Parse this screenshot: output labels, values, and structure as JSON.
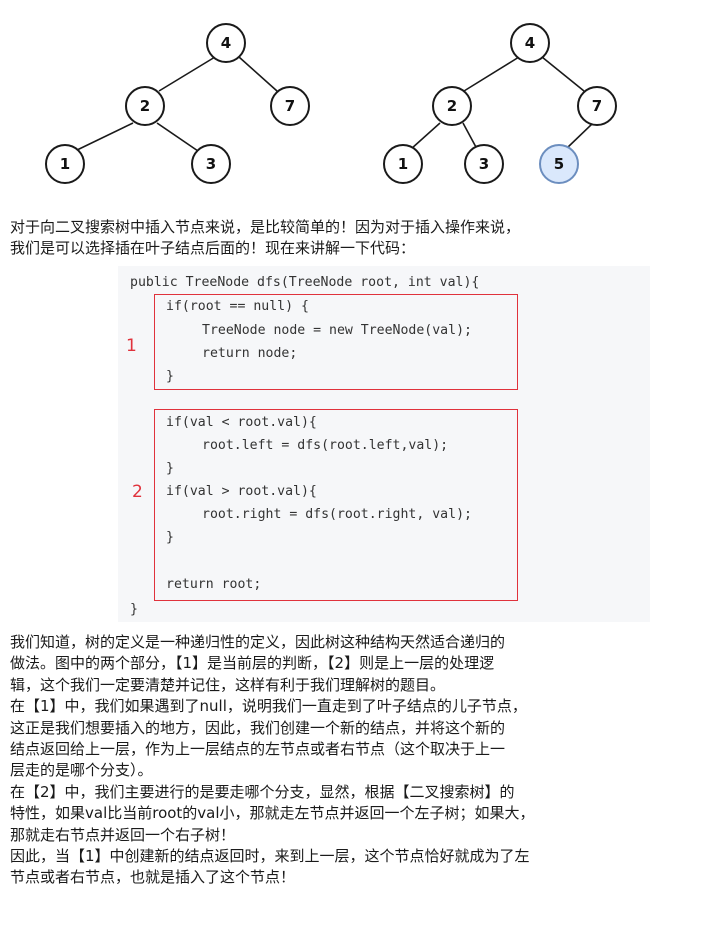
{
  "trees": {
    "left": {
      "nodes": [
        "4",
        "2",
        "7",
        "1",
        "3"
      ]
    },
    "right": {
      "nodes": [
        "4",
        "2",
        "7",
        "1",
        "3",
        "5"
      ]
    }
  },
  "intro_text": "对于向二叉搜索树中插入节点来说，是比较简单的！因为对于插入操作来说，\n我们是可以选择插在叶子结点后面的！现在来讲解一下代码：",
  "code": {
    "lines": [
      "public TreeNode dfs(TreeNode root, int val){",
      "if(root == null) {",
      "TreeNode node = new TreeNode(val);",
      "return node;",
      "}",
      "if(val < root.val){",
      "root.left = dfs(root.left,val);",
      "}",
      "if(val > root.val){",
      "root.right = dfs(root.right, val);",
      "}",
      "return root;",
      "}"
    ],
    "box_labels": [
      "1",
      "2"
    ]
  },
  "explanation": "我们知道，树的定义是一种递归性的定义，因此树这种结构天然适合递归的\n做法。图中的两个部分，【1】是当前层的判断，【2】则是上一层的处理逻\n辑，这个我们一定要清楚并记住，这样有利于我们理解树的题目。\n在【1】中，我们如果遇到了null，说明我们一直走到了叶子结点的儿子节点，\n这正是我们想要插入的地方，因此，我们创建一个新的结点，并将这个新的\n结点返回给上一层，作为上一层结点的左节点或者右节点（这个取决于上一\n层走的是哪个分支）。\n在【2】中，我们主要进行的是要走哪个分支，显然，根据【二叉搜索树】的\n特性，如果val比当前root的val小，那就走左节点并返回一个左子树；如果大，\n那就走右节点并返回一个右子树！\n因此，当【1】中创建新的结点返回时，来到上一层，这个节点恰好就成为了左\n节点或者右节点，也就是插入了这个节点！",
  "colors": {
    "highlight_box": "#e0323c",
    "new_node_fill": "#dae8fc",
    "new_node_stroke": "#6c8ebf"
  }
}
